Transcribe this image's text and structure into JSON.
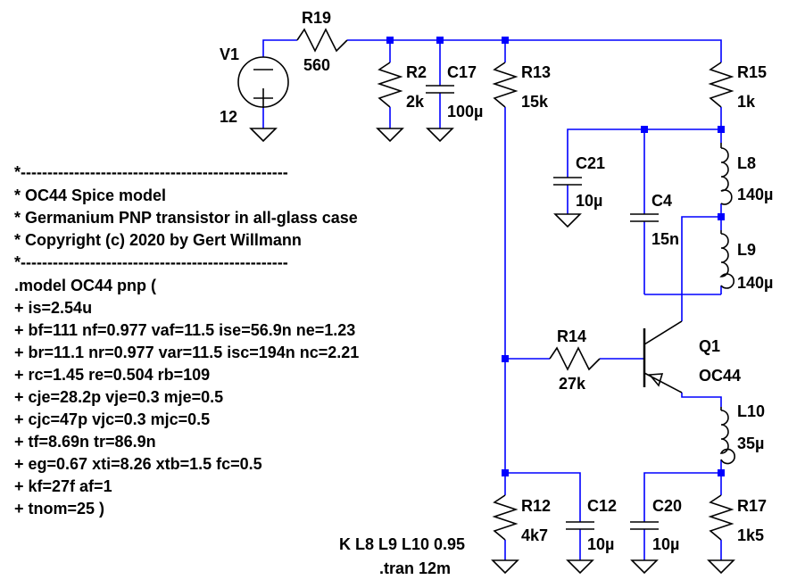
{
  "components": {
    "v1": {
      "name": "V1",
      "value": "12"
    },
    "r19": {
      "name": "R19",
      "value": "560"
    },
    "r2": {
      "name": "R2",
      "value": "2k"
    },
    "c17": {
      "name": "C17",
      "value": "100µ"
    },
    "r13": {
      "name": "R13",
      "value": "15k"
    },
    "r15": {
      "name": "R15",
      "value": "1k"
    },
    "c21": {
      "name": "C21",
      "value": "10µ"
    },
    "c4": {
      "name": "C4",
      "value": "15n"
    },
    "l8": {
      "name": "L8",
      "value": "140µ"
    },
    "l9": {
      "name": "L9",
      "value": "140µ"
    },
    "r14": {
      "name": "R14",
      "value": "27k"
    },
    "q1": {
      "name": "Q1",
      "value": "OC44"
    },
    "l10": {
      "name": "L10",
      "value": "35µ"
    },
    "r12": {
      "name": "R12",
      "value": "4k7"
    },
    "c12": {
      "name": "C12",
      "value": "10µ"
    },
    "c20": {
      "name": "C20",
      "value": "10µ"
    },
    "r17": {
      "name": "R17",
      "value": "1k5"
    }
  },
  "spice_model_lines": [
    "*--------------------------------------------------",
    "*  OC44 Spice model",
    "*  Germanium PNP transistor in all-glass case",
    "*  Copyright (c) 2020 by Gert Willmann",
    "*--------------------------------------------------",
    ".model OC44 pnp (",
    "+  is=2.54u",
    "+  bf=111 nf=0.977 vaf=11.5 ise=56.9n ne=1.23",
    "+  br=11.1 nr=0.977 var=11.5 isc=194n nc=2.21",
    "+  rc=1.45 re=0.504 rb=109",
    "+  cje=28.2p vje=0.3 mje=0.5",
    "+  cjc=47p vjc=0.3 mjc=0.5",
    "+  tf=8.69n tr=86.9n",
    "+  eg=0.67 xti=8.26 xtb=1.5 fc=0.5",
    "+  kf=27f af=1",
    "+  tnom=25 )"
  ],
  "directives": {
    "coupling": "K L8 L9 L10 0.95",
    "tran": ".tran 12m"
  },
  "colors": {
    "wire": "#0000ff",
    "component": "#000000",
    "background": "#ffffff"
  }
}
